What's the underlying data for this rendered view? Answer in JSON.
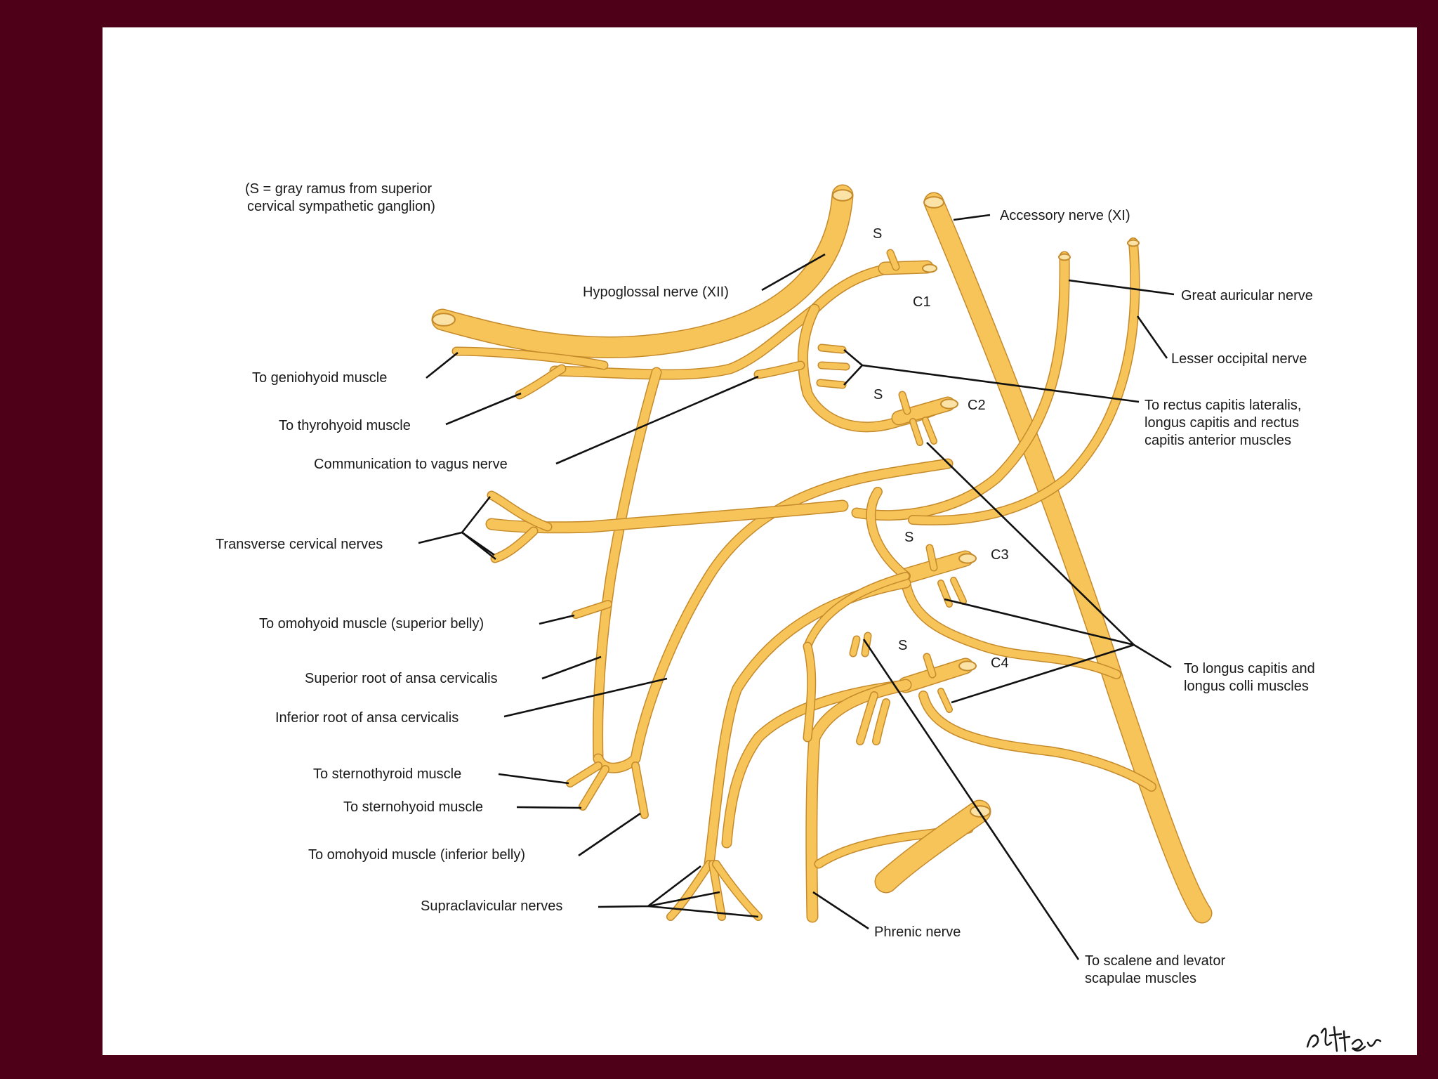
{
  "note": [
    "(S = gray ramus from superior",
    "cervical sympathetic ganglion)"
  ],
  "labels": {
    "hypoglossal": "Hypoglossal nerve (XII)",
    "accessory": "Accessory nerve (XI)",
    "great_auricular": "Great auricular nerve",
    "lesser_occipital": "Lesser occipital nerve",
    "geniohyoid": "To geniohyoid muscle",
    "thyrohyoid": "To thyrohyoid muscle",
    "vagus": "Communication to vagus nerve",
    "transverse_cervical": "Transverse cervical nerves",
    "omohyoid_superior": "To omohyoid muscle (superior belly)",
    "superior_root": "Superior root of ansa cervicalis",
    "inferior_root": "Inferior root of ansa cervicalis",
    "sternothyroid": "To sternothyroid muscle",
    "sternohyoid": "To sternohyoid muscle",
    "omohyoid_inferior": "To omohyoid muscle (inferior belly)",
    "supraclavicular": "Supraclavicular nerves",
    "phrenic": "Phrenic nerve",
    "rectus": [
      "To rectus capitis lateralis,",
      "longus capitis and rectus",
      "capitis anterior muscles"
    ],
    "longus": [
      "To longus capitis and",
      "longus colli muscles"
    ],
    "scalene": [
      "To scalene and levator",
      "scapulae muscles"
    ]
  },
  "levels": [
    "C1",
    "C2",
    "C3",
    "C4"
  ],
  "ramus_marker": "S",
  "colors": {
    "background": "#4e0019",
    "panel": "#ffffff",
    "nerve": "#f7c45a",
    "nerve_outline": "#c58a2a"
  }
}
